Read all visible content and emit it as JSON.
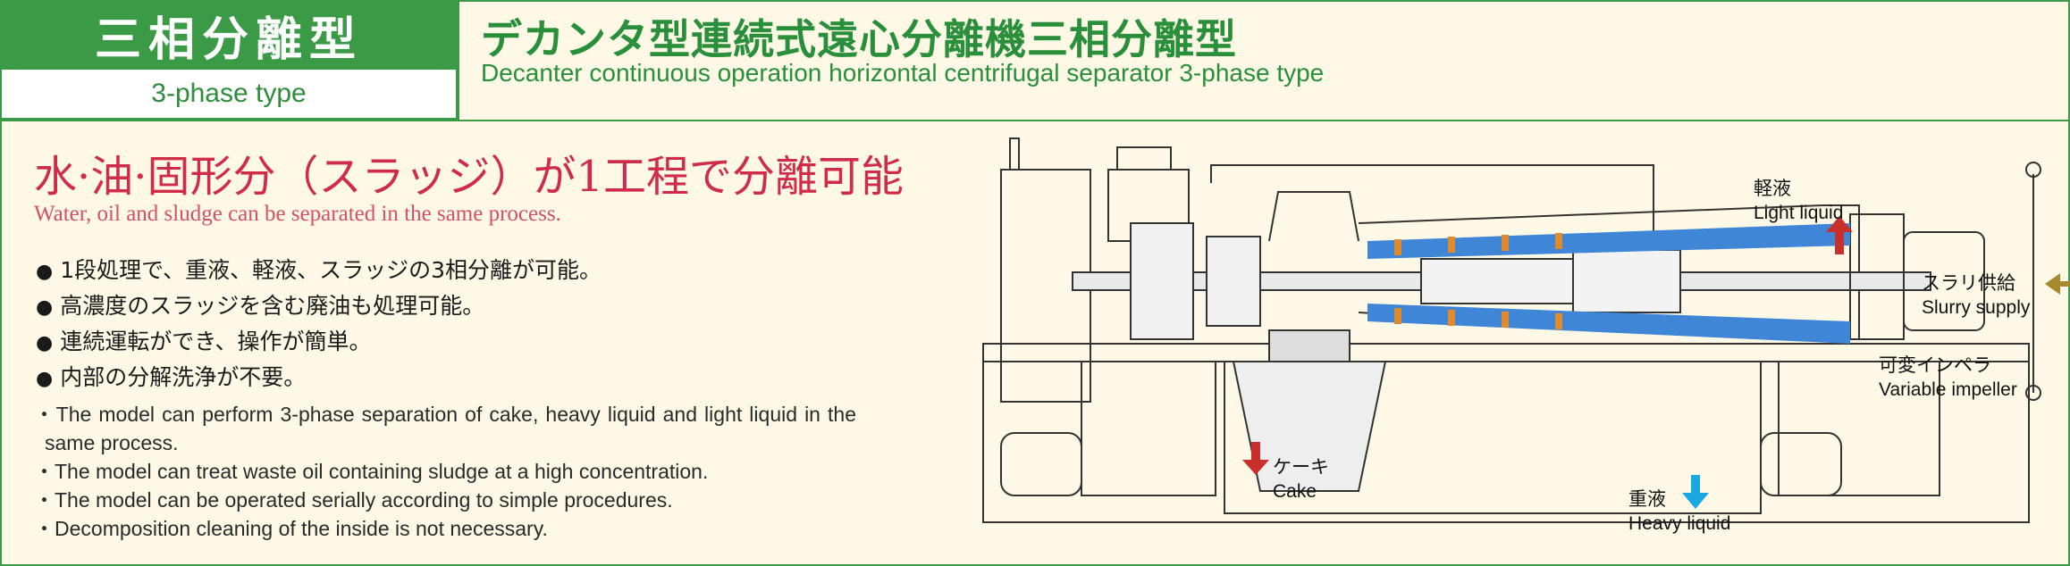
{
  "tag": {
    "jp": "三相分離型",
    "en": "3-phase type"
  },
  "title": {
    "jp": "デカンタ型連続式遠心分離機三相分離型",
    "en": "Decanter continuous operation horizontal centrifugal separator  3-phase type"
  },
  "headline": {
    "jp": "水·油·固形分（スラッジ）が1工程で分離可能",
    "en": "Water, oil and sludge can be separated in the same process."
  },
  "features_jp": [
    "1段処理で、重液、軽液、スラッジの3相分離が可能。",
    "高濃度のスラッジを含む廃油も処理可能。",
    "連続運転ができ、操作が簡単。",
    "内部の分解洗浄が不要。"
  ],
  "features_en": [
    "The model can perform 3-phase separation of cake, heavy liquid and light liquid in the same process.",
    "The model can treat waste oil containing sludge at a high concentration.",
    "The model can be operated serially according to simple procedures.",
    "Decomposition cleaning of the inside is not necessary."
  ],
  "diagram_labels": {
    "light_liquid": {
      "jp": "軽液",
      "en": "Light liquid"
    },
    "slurry_supply": {
      "jp": "スラリ供給",
      "en": "Slurry supply"
    },
    "variable_impeller": {
      "jp": "可変インペラ",
      "en": "Variable impeller"
    },
    "cake": {
      "jp": "ケーキ",
      "en": "Cake"
    },
    "heavy_liquid": {
      "jp": "重液",
      "en": "Heavy liquid"
    }
  },
  "colors": {
    "brand_green": "#3a9a46",
    "headline_red": "#d12b4b",
    "arrow_red": "#c9302c",
    "arrow_blue": "#1aa8e0",
    "arrow_gold": "#a6882e",
    "liquid_blue": "#3f86d6",
    "flight_orange": "#e08a2e"
  }
}
